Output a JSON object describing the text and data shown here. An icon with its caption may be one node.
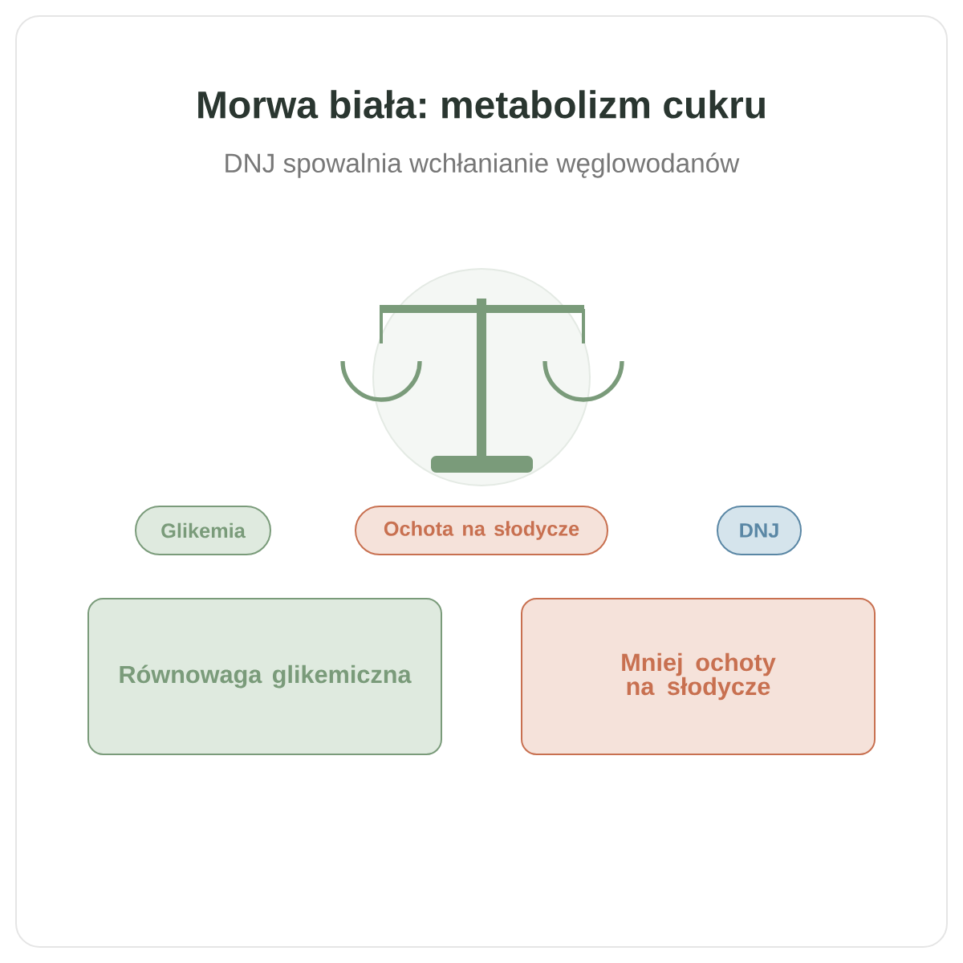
{
  "diagram": {
    "title": "Morwa biała: metabolizm cukru",
    "nodes": [
      {
        "text": [
          "Glikemia"
        ]
      },
      {
        "text": [
          "Ochota na słodycze"
        ]
      },
      {
        "text": [
          "DNJ"
        ]
      },
      {
        "text": [
          "Równowaga glikemiczna"
        ]
      },
      {
        "text": [
          "Mniej ochoty na słodycze"
        ]
      }
    ],
    "labels": [
      "DNJ spowalnia wchłanianie węglowodanów"
    ]
  }
}
